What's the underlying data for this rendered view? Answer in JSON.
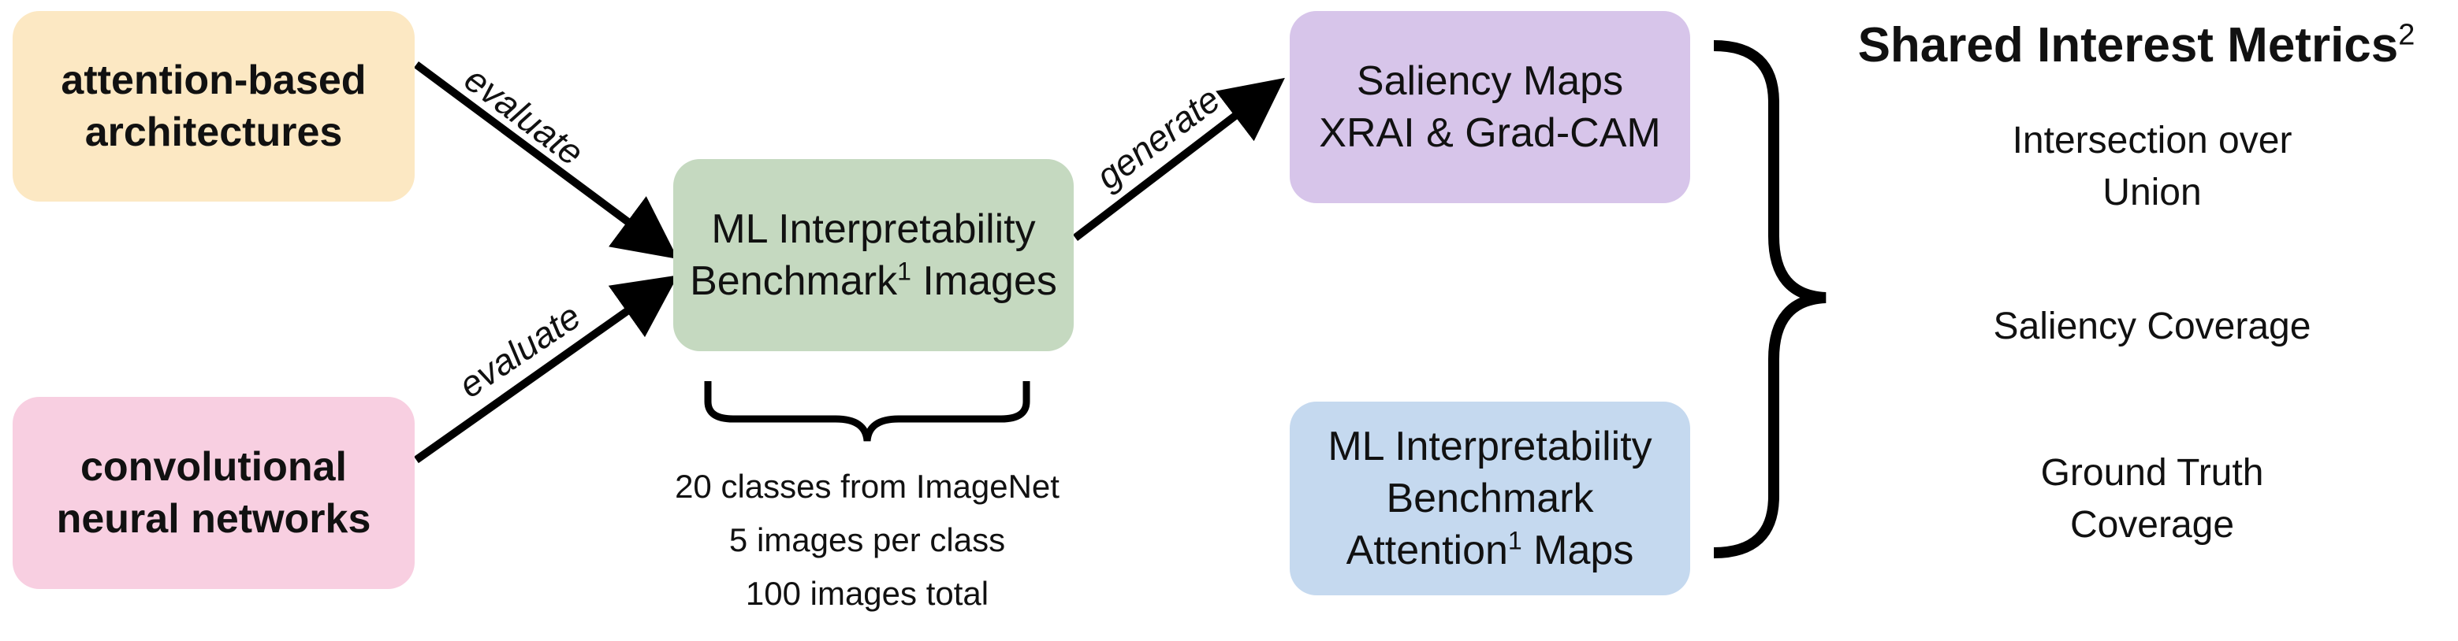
{
  "nodes": {
    "attention": {
      "lines": [
        "attention-based",
        "architectures"
      ],
      "color": "#fce8c3"
    },
    "cnn": {
      "lines": [
        "convolutional",
        "neural networks"
      ],
      "color": "#f8cfe1"
    },
    "benchmark_images": {
      "line1": "ML Interpretability",
      "line2_text": "Benchmark",
      "line2_sup": "1",
      "line2_rest": " Images",
      "color": "#c5d9c0"
    },
    "saliency_maps": {
      "lines": [
        "Saliency Maps",
        "XRAI & Grad-CAM"
      ],
      "color": "#d7c5ea"
    },
    "attention_maps": {
      "line1": "ML Interpretability",
      "line2": "Benchmark",
      "line3_text": "Attention",
      "line3_sup": "1",
      "line3_rest": " Maps",
      "color": "#c5d9ef"
    }
  },
  "edges": {
    "evaluate_top": "evaluate",
    "evaluate_bottom": "evaluate",
    "generate": "generate"
  },
  "dataset_notes": [
    "20 classes from ImageNet",
    "5 images per class",
    "100 images total"
  ],
  "metrics": {
    "title": "Shared Interest Metrics",
    "title_sup": "2",
    "items": [
      [
        "Intersection over",
        "Union"
      ],
      [
        "Saliency Coverage"
      ],
      [
        "Ground Truth",
        "Coverage"
      ]
    ]
  }
}
